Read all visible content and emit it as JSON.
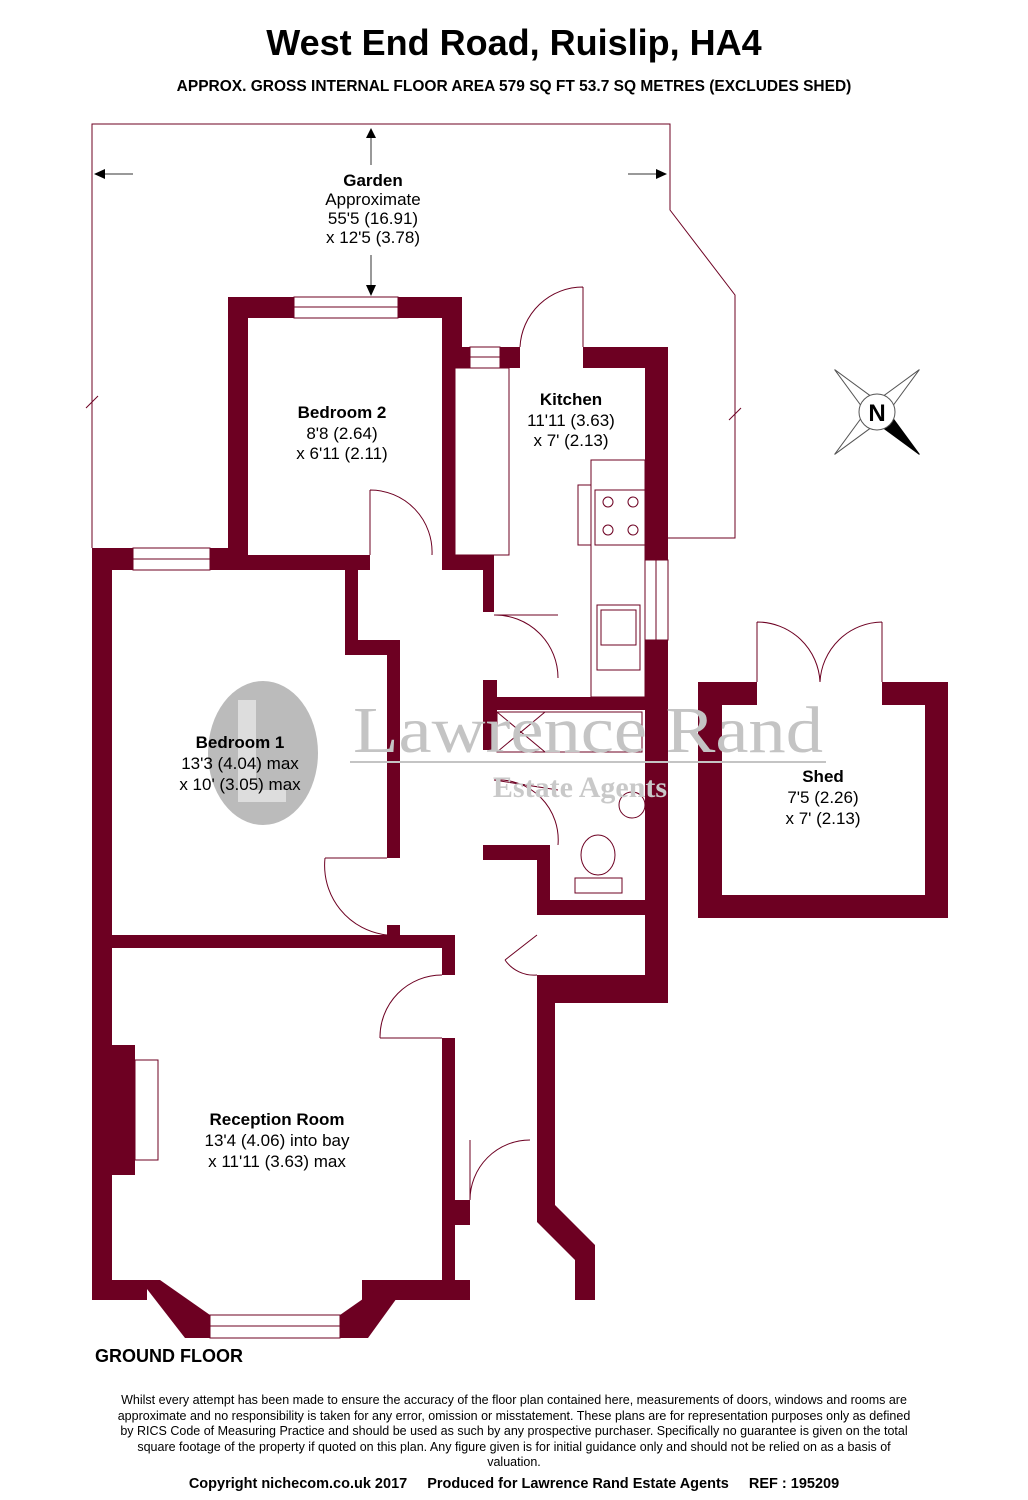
{
  "header": {
    "title": "West End Road, Ruislip, HA4",
    "subtitle": "APPROX. GROSS INTERNAL FLOOR AREA 579 SQ FT 53.7 SQ METRES (EXCLUDES SHED)"
  },
  "rooms": {
    "garden": {
      "name": "Garden",
      "line1": "Approximate",
      "line2": "55'5 (16.91)",
      "line3": "x 12'5 (3.78)"
    },
    "bedroom2": {
      "name": "Bedroom 2",
      "line1": "8'8 (2.64)",
      "line2": "x 6'11 (2.11)"
    },
    "kitchen": {
      "name": "Kitchen",
      "line1": "11'11 (3.63)",
      "line2": "x 7' (2.13)"
    },
    "bedroom1": {
      "name": "Bedroom 1",
      "line1": "13'3 (4.04) max",
      "line2": "x 10' (3.05) max"
    },
    "reception": {
      "name": "Reception Room",
      "line1": "13'4 (4.06) into bay",
      "line2": "x 11'11 (3.63) max"
    },
    "shed": {
      "name": "Shed",
      "line1": "7'5 (2.26)",
      "line2": "x 7' (2.13)"
    }
  },
  "compass": {
    "label": "N"
  },
  "watermark": {
    "logo": "LR",
    "line1": "Lawrence Rand",
    "line2": "Estate Agents"
  },
  "floor_label": "GROUND FLOOR",
  "colors": {
    "wall": "#6d0022",
    "watermark": "#bbbbbb"
  },
  "footer": {
    "disclaimer": "Whilst every attempt has been made to ensure the accuracy of the floor plan contained here, measurements of doors, windows and rooms are approximate and no responsibility is taken for any error, omission or misstatement. These plans are for representation purposes only as defined by RICS Code of Measuring Practice and should be used as such by any prospective purchaser. Specifically no guarantee is given on the total square footage of the property if quoted on this plan. Any figure given is for initial guidance only and should not be relied on as a basis of valuation.",
    "copyright": "Copyright nichecom.co.uk 2017",
    "produced_for": "Produced for Lawrence Rand Estate Agents",
    "ref": "REF : 195209"
  }
}
